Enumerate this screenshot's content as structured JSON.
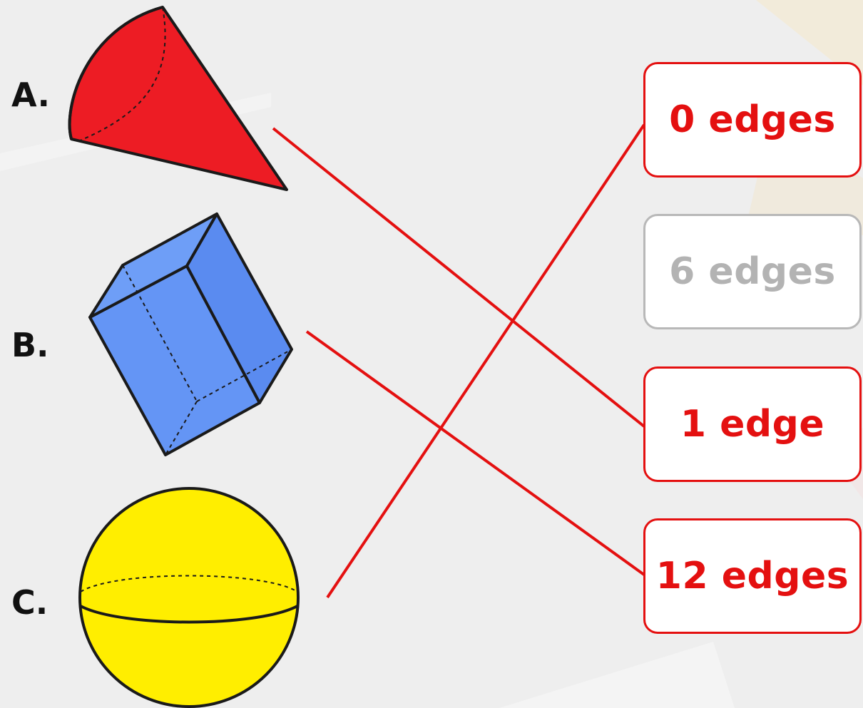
{
  "shapes": [
    {
      "letter": "A.",
      "shape": "cone",
      "color": "#ed1c24"
    },
    {
      "letter": "B.",
      "shape": "rectangular-prism",
      "color": "#6495f5"
    },
    {
      "letter": "C.",
      "shape": "sphere",
      "color": "#ffee00"
    }
  ],
  "options": [
    {
      "label": "0 edges",
      "state": "matched"
    },
    {
      "label": "6 edges",
      "state": "unmatched"
    },
    {
      "label": "1 edge",
      "state": "matched"
    },
    {
      "label": "12 edges",
      "state": "matched"
    }
  ],
  "matches": [
    {
      "shape": "A.",
      "answer": "1 edge"
    },
    {
      "shape": "B.",
      "answer": "12 edges"
    },
    {
      "shape": "C.",
      "answer": "0 edges"
    }
  ],
  "colors": {
    "line": "#e41010",
    "matched": "#e41010",
    "unmatched": "#b3b3b3",
    "background": "#eeeeee"
  }
}
